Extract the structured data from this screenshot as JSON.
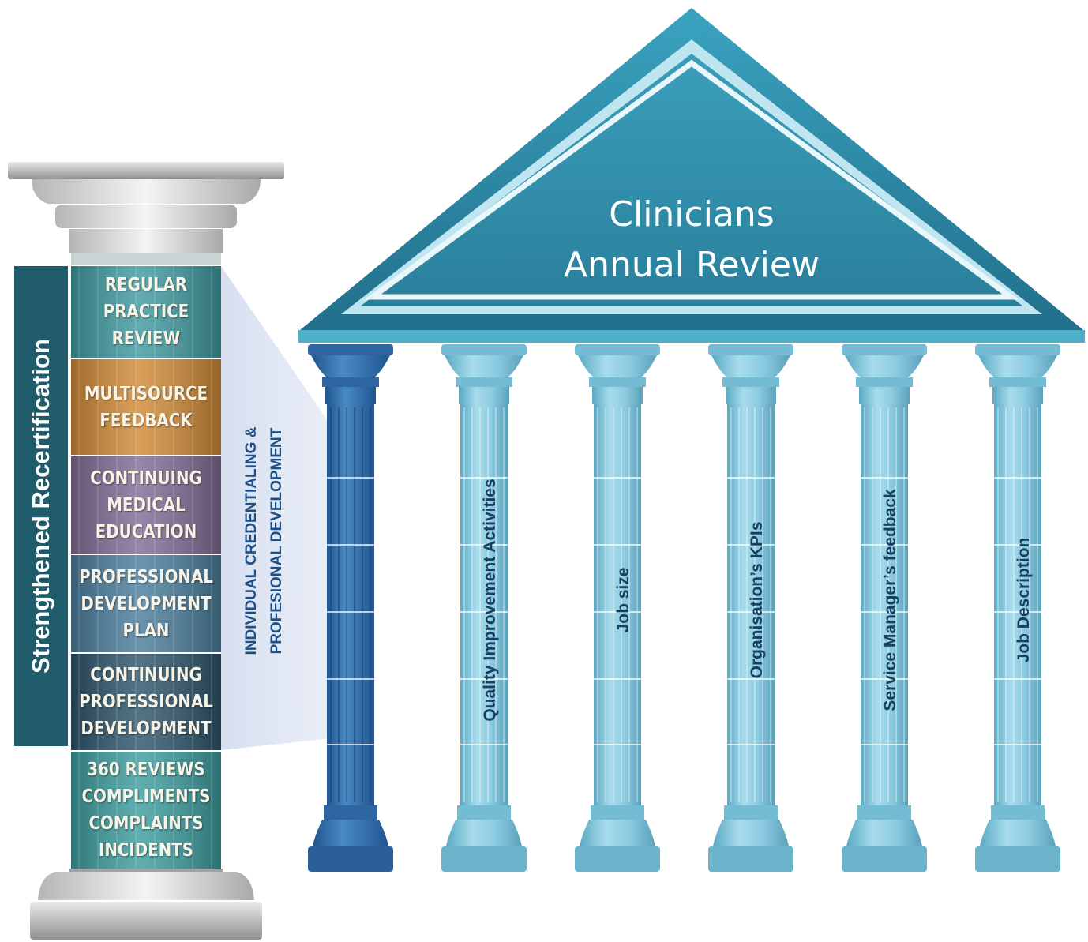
{
  "roof": {
    "title_line1": "Clinicians",
    "title_line2": "Annual Review"
  },
  "left_column": {
    "banner_label": "Strengthened Recertification",
    "side_label_line1": "INDIVIDUAL CREDENTIALING &",
    "side_label_line2": "PROFESIONAL DEVELOPMENT",
    "segments": [
      {
        "lines": [
          "REGULAR",
          "PRACTICE",
          "REVIEW"
        ],
        "color": "#3f9aa0"
      },
      {
        "lines": [
          "MULTISOURCE",
          "FEEDBACK"
        ],
        "color": "#d08a36"
      },
      {
        "lines": [
          "CONTINUING",
          "MEDICAL",
          "EDUCATION"
        ],
        "color": "#7f6c95"
      },
      {
        "lines": [
          "PROFESSIONAL",
          "DEVELOPMENT",
          "PLAN"
        ],
        "color": "#4a7d9c"
      },
      {
        "lines": [
          "CONTINUING",
          "PROFESSIONAL",
          "DEVELOPMENT"
        ],
        "color": "#2d546a"
      },
      {
        "lines": [
          "360 REVIEWS",
          "COMPLIMENTS",
          "COMPLAINTS",
          "INCIDENTS"
        ],
        "color": "#3c9c9e"
      }
    ]
  },
  "pillars": [
    {
      "label": "",
      "color": "#2f6ea8"
    },
    {
      "label": "Quality Improvement Activities",
      "color": "#7fc0d6"
    },
    {
      "label": "Job size",
      "color": "#7fc0d6"
    },
    {
      "label": "Organisation’s KPIs",
      "color": "#7fc0d6"
    },
    {
      "label": "Service Manager’s feedback",
      "color": "#7fc0d6"
    },
    {
      "label": "Job Description",
      "color": "#7fc0d6"
    }
  ],
  "colors": {
    "roof": "#2f8fab",
    "roof_dark": "#1f6f8a",
    "banner": "#1f5b6a",
    "capital_grey": "#cfcfcf"
  }
}
